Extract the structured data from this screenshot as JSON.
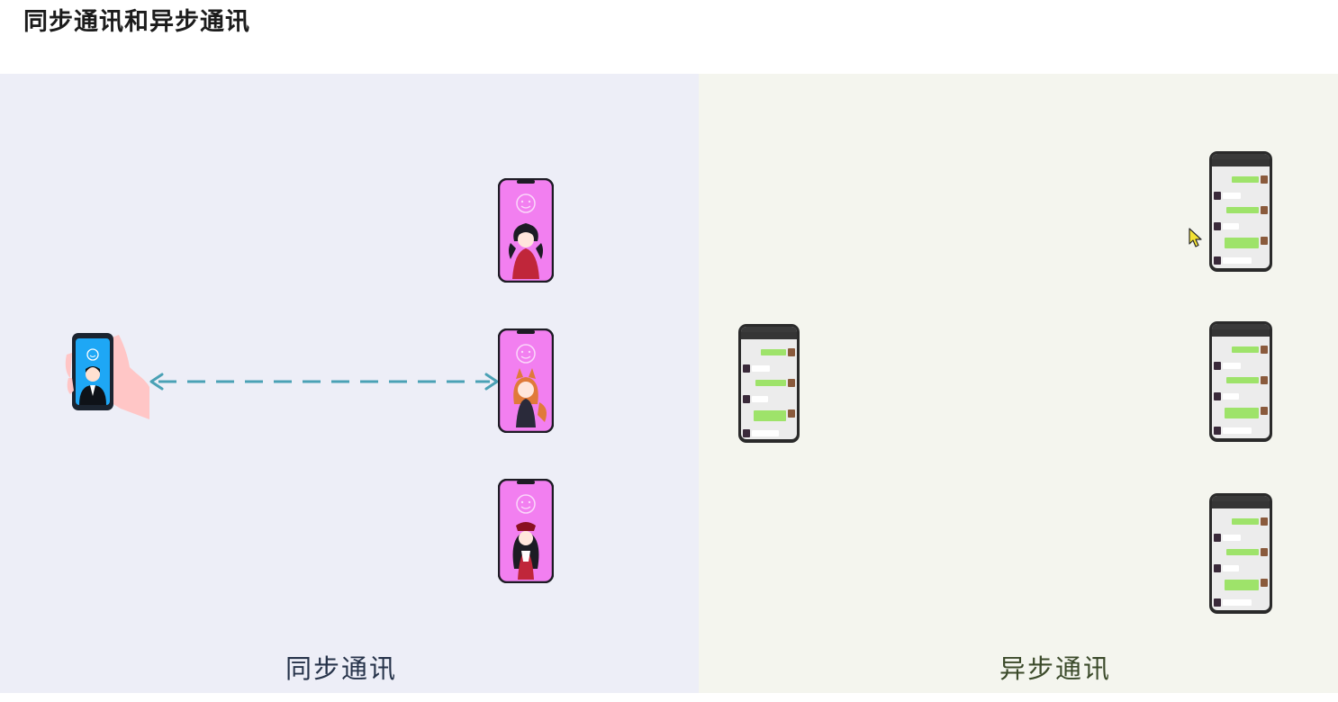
{
  "page": {
    "title": "同步通讯和异步通讯"
  },
  "left_panel": {
    "caption": "同步通讯"
  },
  "right_panel": {
    "caption": "异步通讯"
  },
  "colors": {
    "left_bg": "#edeef7",
    "right_bg": "#f4f5ee",
    "arrow": "#4aa1b5",
    "pink_screen": "#f27ff0",
    "blue_screen": "#1ea7f5",
    "chat_green": "#9ee36a"
  },
  "icons": [
    "hand-holding-phone-icon",
    "double-arrow-icon",
    "smiley-icon",
    "cursor-icon"
  ]
}
